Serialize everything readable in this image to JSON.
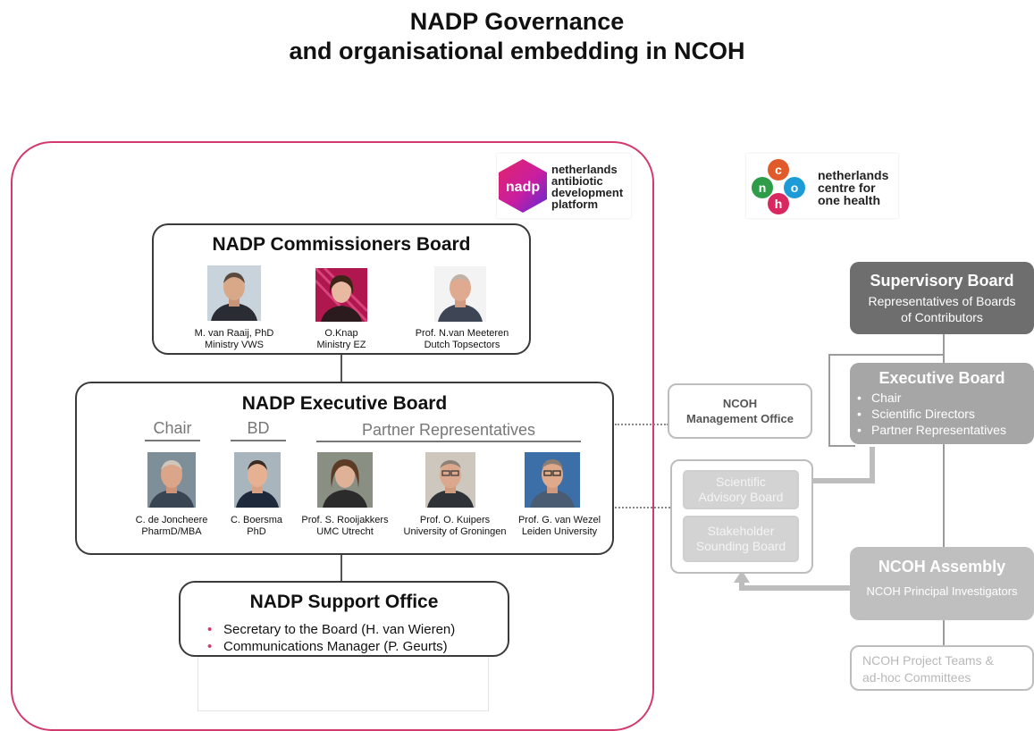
{
  "title": {
    "line1": "NADP Governance",
    "line2": "and organisational embedding in NCOH"
  },
  "nadp_logo": {
    "mark": "nadp",
    "line1": "netherlands",
    "line2": "antibiotic",
    "line3": "development",
    "line4": "platform"
  },
  "ncoh_logo": {
    "letters": [
      "n",
      "c",
      "o",
      "h"
    ],
    "line1": "netherlands",
    "line2": "centre for",
    "line3": "one health"
  },
  "commissioners_board": {
    "title": "NADP Commissioners Board",
    "members": [
      {
        "name": "M. van Raaij, PhD",
        "affiliation": "Ministry VWS"
      },
      {
        "name": "O.Knap",
        "affiliation": "Ministry EZ"
      },
      {
        "name": "Prof. N.van Meeteren",
        "affiliation": "Dutch Topsectors"
      }
    ]
  },
  "executive_board": {
    "title": "NADP Executive Board",
    "headers": {
      "chair": "Chair",
      "bd": "BD",
      "partners": "Partner Representatives"
    },
    "members": [
      {
        "name": "C. de Joncheere",
        "affiliation": "PharmD/MBA"
      },
      {
        "name": "C. Boersma",
        "affiliation": "PhD"
      },
      {
        "name": "Prof.  S. Rooijakkers",
        "affiliation": "UMC Utrecht"
      },
      {
        "name": "Prof. O. Kuipers",
        "affiliation": "University of Groningen"
      },
      {
        "name": "Prof. G. van Wezel",
        "affiliation": "Leiden University"
      }
    ]
  },
  "support_office": {
    "title": "NADP Support Office",
    "items": [
      "Secretary to the Board (H. van Wieren)",
      "Communications Manager (P. Geurts)"
    ]
  },
  "ncoh": {
    "supervisory_board": {
      "title": "Supervisory Board",
      "line1": "Representatives of Boards",
      "line2": "of Contributors"
    },
    "executive_board": {
      "title": "Executive Board",
      "items": [
        "Chair",
        "Scientific Directors",
        "Partner Representatives"
      ]
    },
    "management_office": {
      "line1": "NCOH",
      "line2": "Management Office"
    },
    "scientific_advisory": {
      "line1": "Scientific",
      "line2": "Advisory Board"
    },
    "stakeholder_sounding": {
      "line1": "Stakeholder",
      "line2": "Sounding Board"
    },
    "assembly": {
      "title": "NCOH Assembly",
      "subtitle": "NCOH Principal Investigators"
    },
    "project_teams": {
      "line1": "NCOH Project Teams &",
      "line2": "ad-hoc Committees"
    }
  },
  "colors": {
    "nadp_frame": "#d23a6e",
    "nadp_hex_from": "#e3256b",
    "nadp_hex_to": "#5a2ad8",
    "bullet": "#d23a6e",
    "supervisory_fill": "#6e6e6e",
    "executive_fill": "#a6a6a6",
    "assembly_fill": "#bfbfbf",
    "outline_grey": "#bdbdbd"
  }
}
